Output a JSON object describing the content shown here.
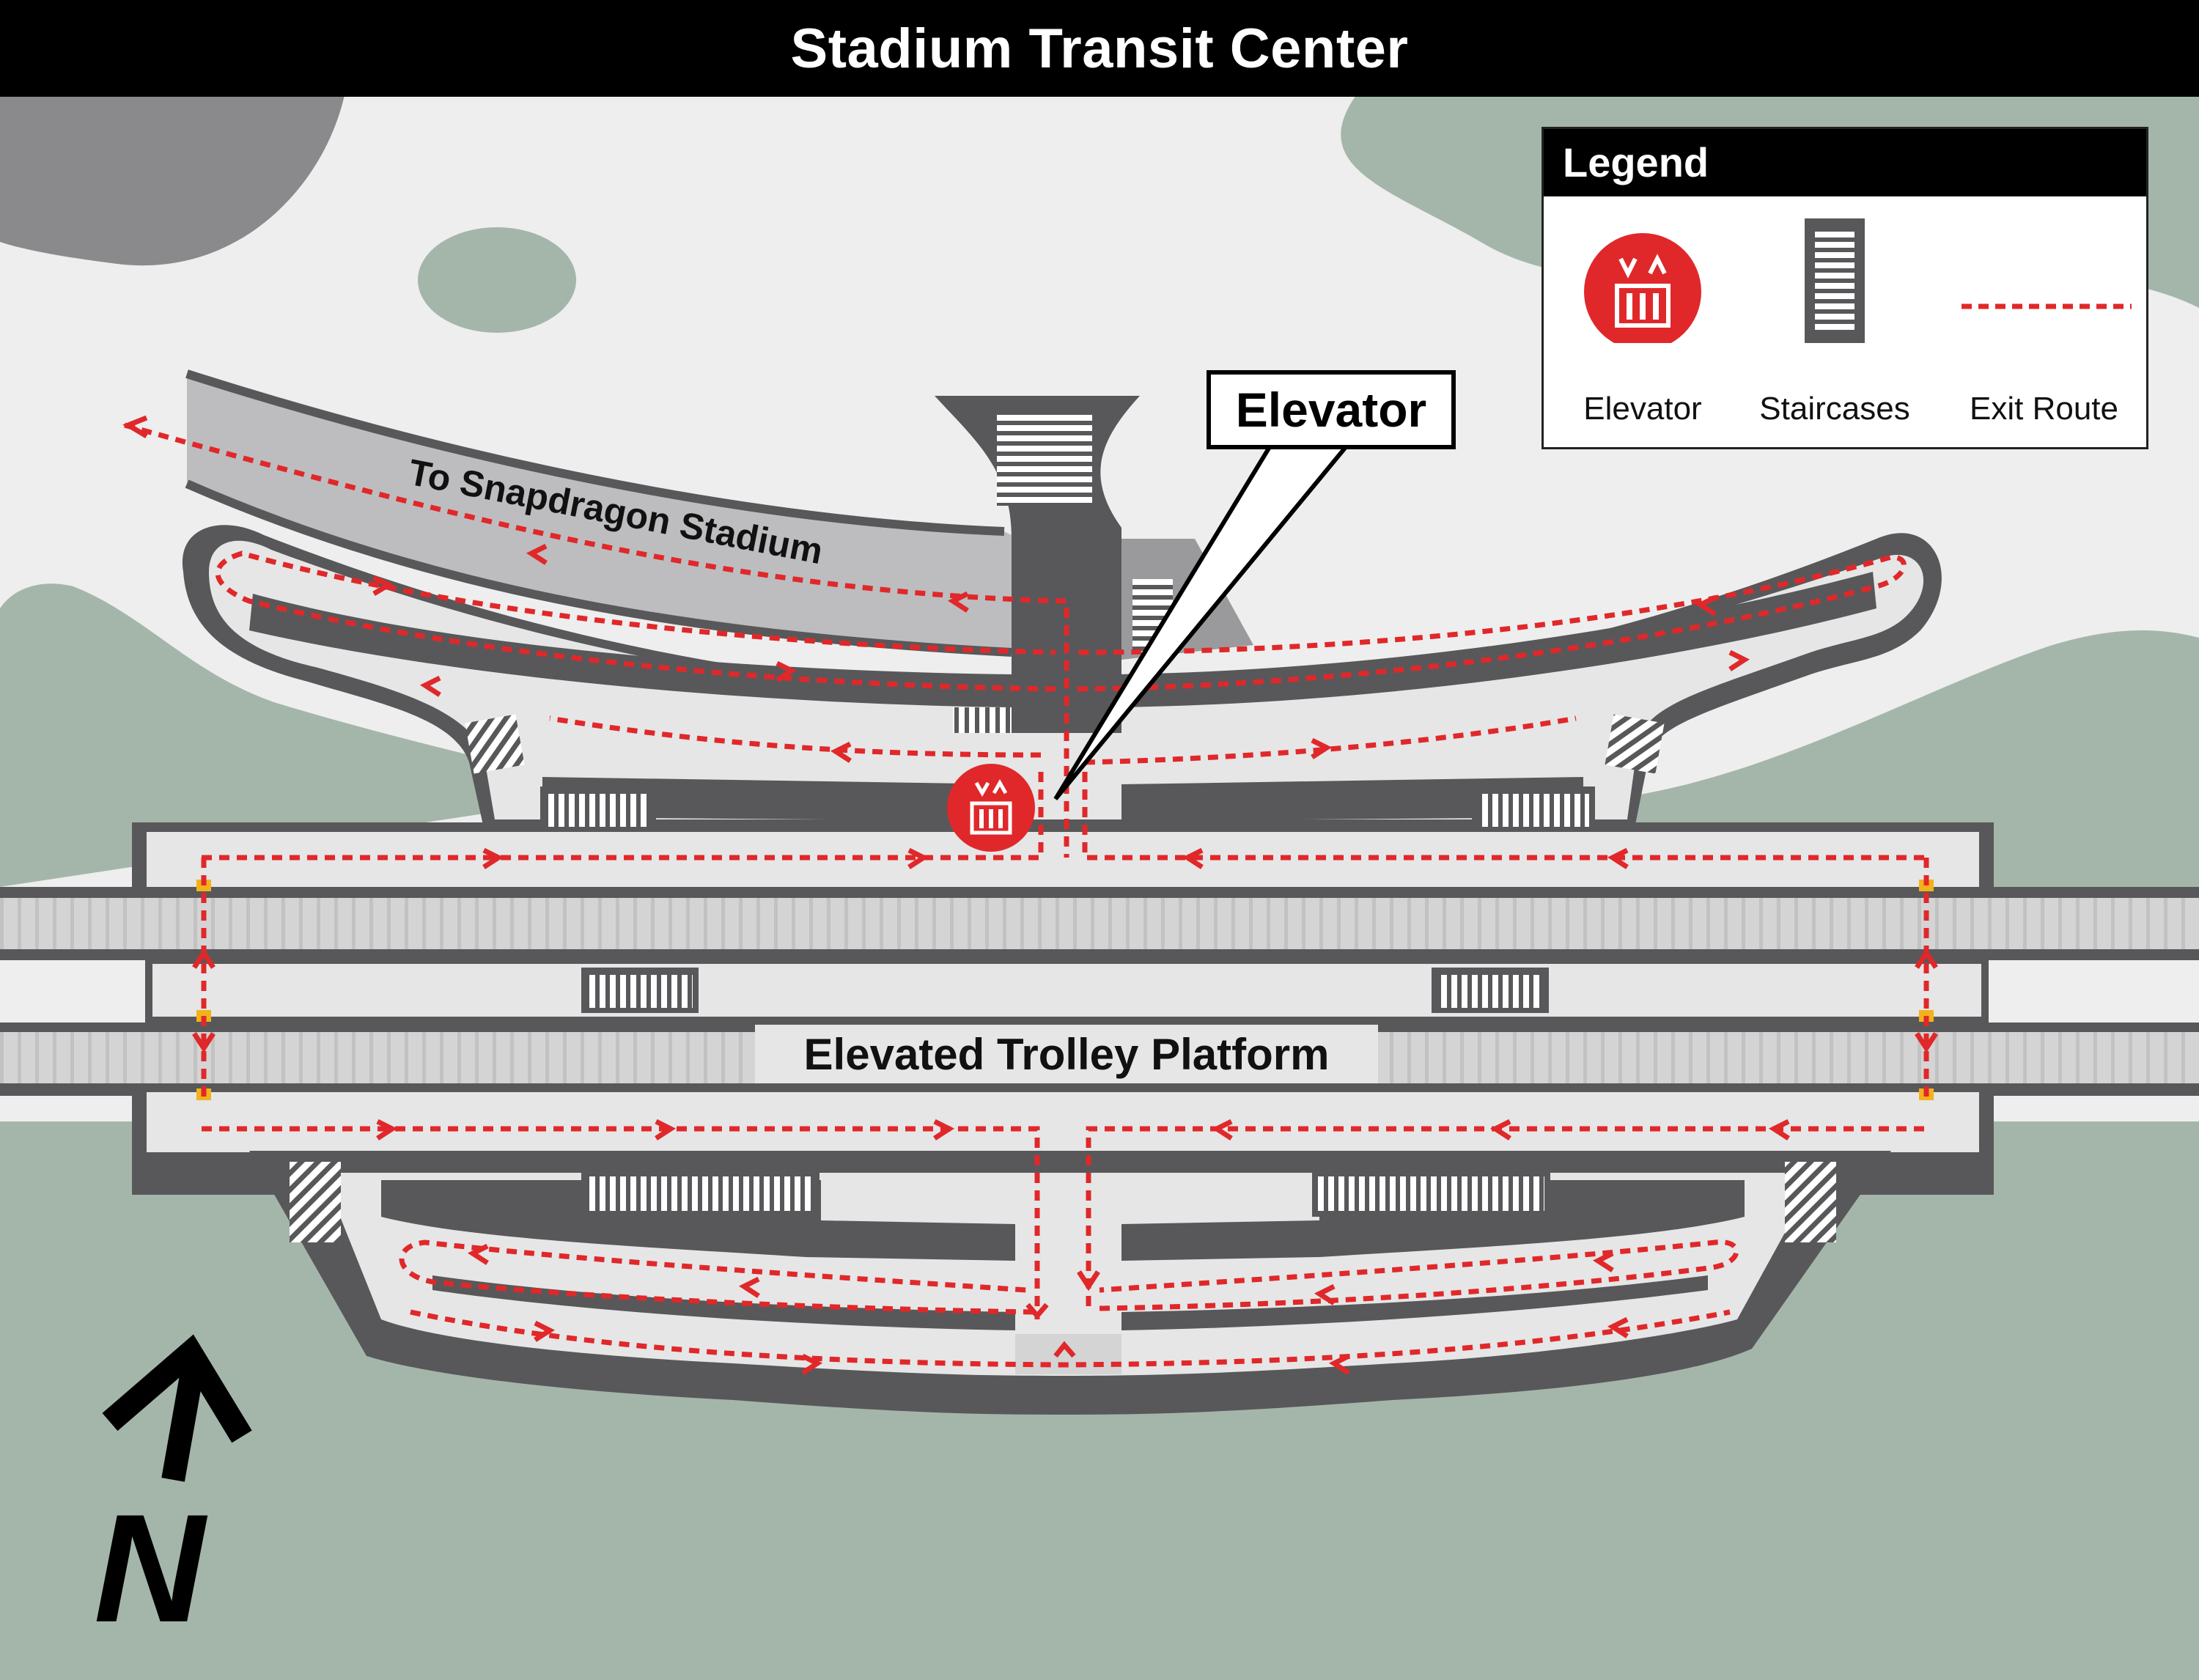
{
  "title": "Stadium Transit Center",
  "callout": {
    "text": "Elevator"
  },
  "labels": {
    "stadium_route": "To Snapdragon Stadium",
    "platform": "Elevated Trolley Platform",
    "north": "N"
  },
  "legend": {
    "title": "Legend",
    "items": [
      {
        "label": "Elevator",
        "icon": "elevator-icon"
      },
      {
        "label": "Staircases",
        "icon": "staircase-icon"
      },
      {
        "label": "Exit Route",
        "icon": "dotted-route-line"
      }
    ]
  },
  "colors": {
    "route": "#e0282a",
    "elevator": "#e0282a",
    "greenery": "#a4b6aa",
    "structure": "#58585a",
    "walkway": "#e6e6e6",
    "ramp": "#bdbdbf",
    "background": "#eeeeee"
  }
}
